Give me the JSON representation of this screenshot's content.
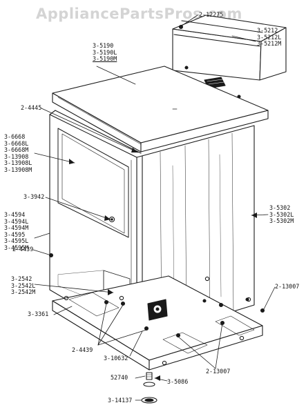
{
  "watermark": "AppliancePartsPros.com",
  "callouts": {
    "p2_12275": [
      "2-12275"
    ],
    "p3_5212": [
      "3-5212",
      "3-5212L",
      "3-5212M"
    ],
    "p3_5190": [
      "3-5190",
      "3-5190L",
      "3-5190M"
    ],
    "p2_4445": [
      "2-4445"
    ],
    "p3_6668": [
      "3-6668",
      "3-6668L",
      "3-6668M",
      "3-13908",
      "3-13908L",
      "3-13908M"
    ],
    "p3_3942": [
      "3-3942"
    ],
    "p3_4594": [
      "3-4594",
      "3-4594L",
      "3-4594M",
      "3-4595",
      "3-4595L",
      "3-4595M"
    ],
    "p3_5302": [
      "3-5302",
      "3-5302L",
      "3-5302M"
    ],
    "p2_4439_left": [
      "2-4439"
    ],
    "p3_2542": [
      "3-2542",
      "3-2542L",
      "3-2542M"
    ],
    "p2_13007_right": [
      "2-13007"
    ],
    "p3_3361": [
      "3-3361"
    ],
    "p2_4439_bottom": [
      "2-4439"
    ],
    "p3_10632": [
      "3-10632"
    ],
    "p2_13007_bottom": [
      "2-13007"
    ],
    "p52740": [
      "52740"
    ],
    "p3_5086": [
      "3-5086"
    ],
    "p3_14137": [
      "3-14137"
    ]
  }
}
